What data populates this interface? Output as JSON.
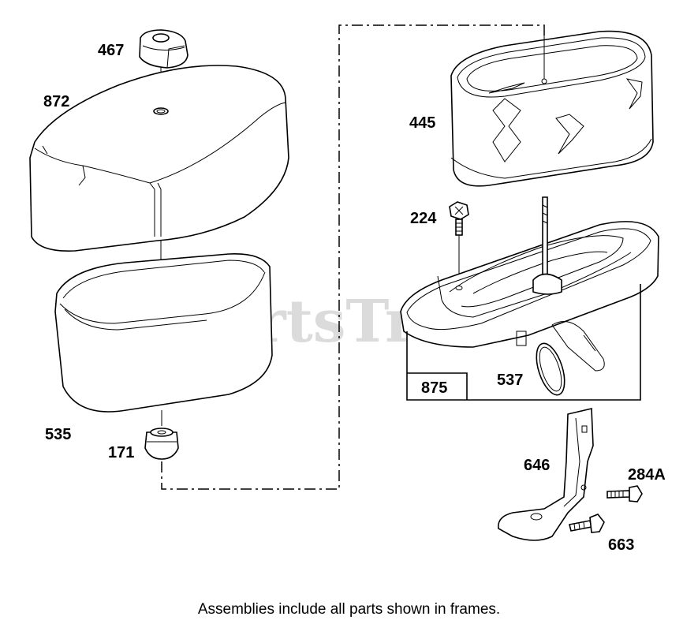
{
  "watermark": "PartsTree",
  "caption": "Assemblies include all parts shown in frames.",
  "parts": {
    "p467": "467",
    "p872": "872",
    "p445": "445",
    "p224": "224",
    "p535": "535",
    "p171": "171",
    "p875": "875",
    "p537": "537",
    "p646": "646",
    "p284a": "284A",
    "p663": "663"
  }
}
